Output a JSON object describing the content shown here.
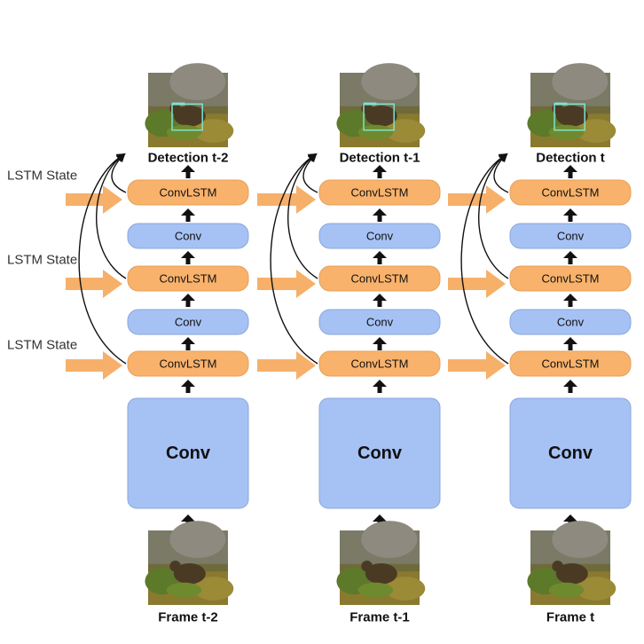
{
  "colors": {
    "orange": "#F9B26B",
    "orange_border": "#E4A05D",
    "blue": "#A6C2F5",
    "blue_border": "#8AA7DC",
    "arrow": "#111111",
    "state_arrow": "#F6B06A",
    "bbox": "#7FE3D0"
  },
  "labels": {
    "lstm_state": "LSTM State",
    "convlstm": "ConvLSTM",
    "conv_small": "Conv",
    "conv_big": "Conv"
  },
  "columns": [
    {
      "detection": "Detection t-2",
      "frame": "Frame t-2"
    },
    {
      "detection": "Detection t-1",
      "frame": "Frame t-1"
    },
    {
      "detection": "Detection t",
      "frame": "Frame t"
    }
  ],
  "lstm_state_labels": [
    "LSTM State",
    "LSTM State",
    "LSTM State"
  ],
  "icons": {
    "detection_image": "bear-detection-thumbnail",
    "frame_image": "bear-frame-thumbnail"
  }
}
